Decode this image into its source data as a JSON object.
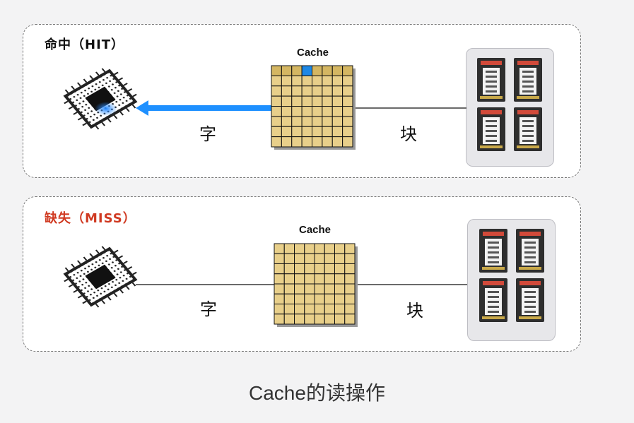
{
  "hit": {
    "title": "命中（HIT）",
    "cache_label": "Cache",
    "word_label": "字",
    "block_label": "块"
  },
  "miss": {
    "title": "缺失（MISS）",
    "cache_label": "Cache",
    "word_label": "字",
    "block_label": "块"
  },
  "caption": "Cache的读操作",
  "colors": {
    "cache_cell": "#e8cf8a",
    "cache_highlight_row": "#d4b662",
    "hit_cell": "#1e88e5",
    "arrow": "#1e90ff",
    "miss_title": "#d03a22"
  },
  "icons": {
    "cpu": "cpu-chip-icon",
    "memory": "memory-module-icon"
  }
}
